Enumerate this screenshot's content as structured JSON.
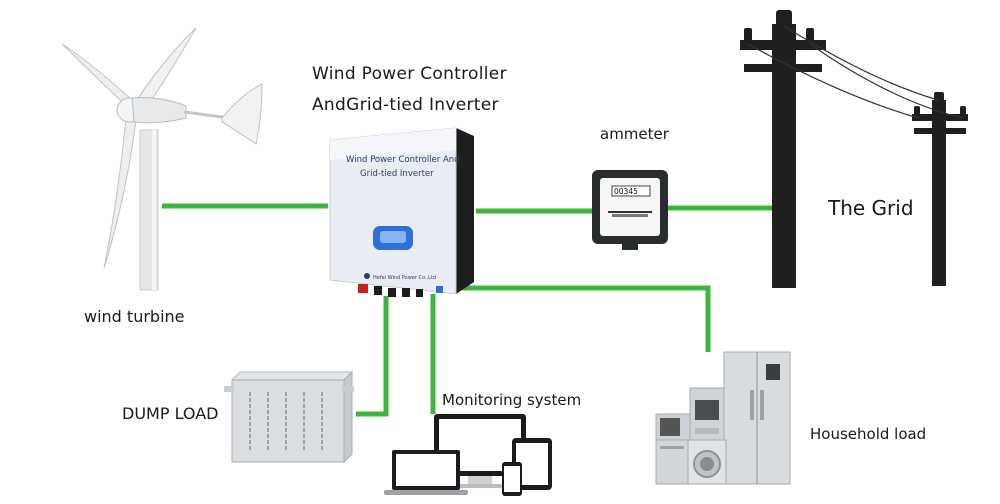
{
  "labels": {
    "controller_title_line1": "Wind Power Controller",
    "controller_title_line2": "AndGrid-tied Inverter",
    "ammeter": "ammeter",
    "grid": "The Grid",
    "wind_turbine": "wind turbine",
    "dump_load": "DUMP LOAD",
    "monitoring_system": "Monitoring system",
    "household_load": "Household load"
  },
  "device": {
    "panel_line1": "Wind Power Controller And",
    "panel_line2": "Grid-tied Inverter",
    "brand": "Hefei Wind Power Co.,Ltd",
    "meter_reading": "00345"
  },
  "colors": {
    "connection_line": "#3fb43f",
    "inverter_body": "#e9edf3",
    "dark_equipment": "#222222",
    "display_blue": "#2f6fd6"
  }
}
